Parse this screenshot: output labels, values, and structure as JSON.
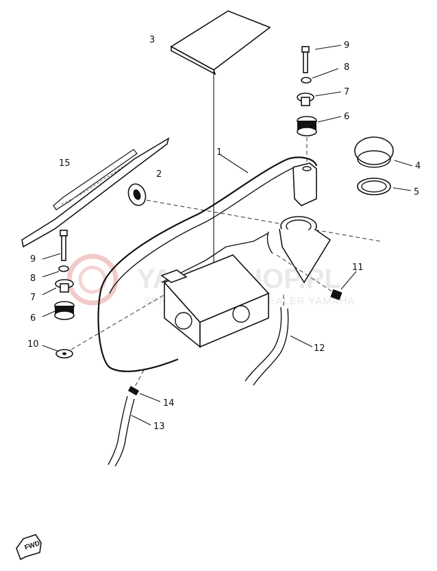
{
  "watermark": {
    "main": "YAMA-SHOP.PL",
    "sub": "SPRZEDAŻ CZĘŚCI | DEALER YAMAHA",
    "logo_color": "#f2c9c9"
  },
  "fwd_badge": "FWD",
  "callouts": [
    {
      "id": "c1",
      "label": "1"
    },
    {
      "id": "c2",
      "label": "2"
    },
    {
      "id": "c3",
      "label": "3"
    },
    {
      "id": "c4",
      "label": "4"
    },
    {
      "id": "c5",
      "label": "5"
    },
    {
      "id": "c6r",
      "label": "6"
    },
    {
      "id": "c7r",
      "label": "7"
    },
    {
      "id": "c8r",
      "label": "8"
    },
    {
      "id": "c9r",
      "label": "9"
    },
    {
      "id": "c6l",
      "label": "6"
    },
    {
      "id": "c7l",
      "label": "7"
    },
    {
      "id": "c8l",
      "label": "8"
    },
    {
      "id": "c9l",
      "label": "9"
    },
    {
      "id": "c10",
      "label": "10"
    },
    {
      "id": "c11",
      "label": "11"
    },
    {
      "id": "c12",
      "label": "12"
    },
    {
      "id": "c13",
      "label": "13"
    },
    {
      "id": "c14",
      "label": "14"
    },
    {
      "id": "c15",
      "label": "15"
    }
  ]
}
